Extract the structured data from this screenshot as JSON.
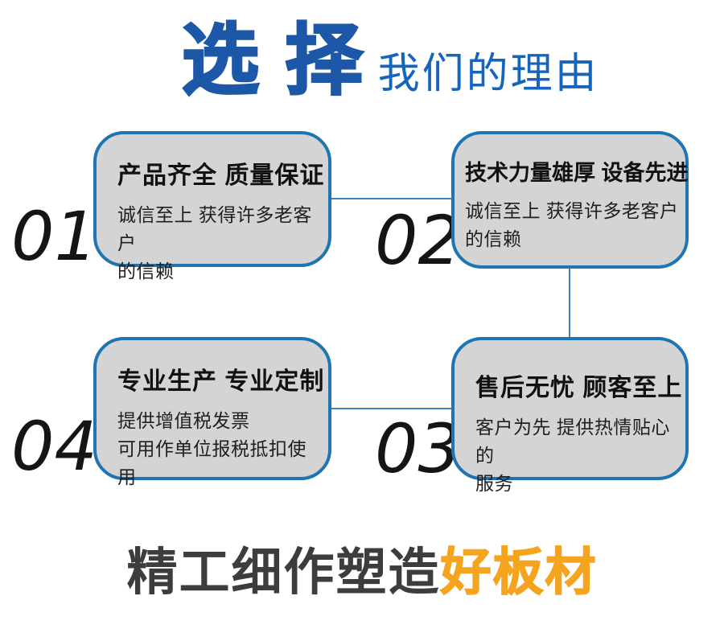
{
  "header": {
    "title_main": "选 择",
    "title_rest": "我们的理由"
  },
  "reasons": [
    {
      "number": "01",
      "title": "产品齐全 质量保证",
      "desc": "诚信至上 获得许多老客户\n的信赖"
    },
    {
      "number": "02",
      "title": "技术力量雄厚 设备先进",
      "desc": "诚信至上 获得许多老客户\n的信赖"
    },
    {
      "number": "03",
      "title": "售后无忧 顾客至上",
      "desc": "客户为先 提供热情贴心的\n服务"
    },
    {
      "number": "04",
      "title": "专业生产 专业定制",
      "desc": "提供增值税发票\n可用作单位报税抵扣使用"
    }
  ],
  "footer": {
    "tagline_prefix": "精工细作塑造",
    "tagline_highlight": "好板材"
  },
  "colors": {
    "accent_blue_dark": "#1c57a8",
    "accent_blue": "#1565bd",
    "border_blue": "#1f74b4",
    "connector_blue": "#3c85c0",
    "box_gray": "#d4d4d4",
    "tagline_dark": "#3d3d3d",
    "tagline_orange": "#f5a41f"
  }
}
